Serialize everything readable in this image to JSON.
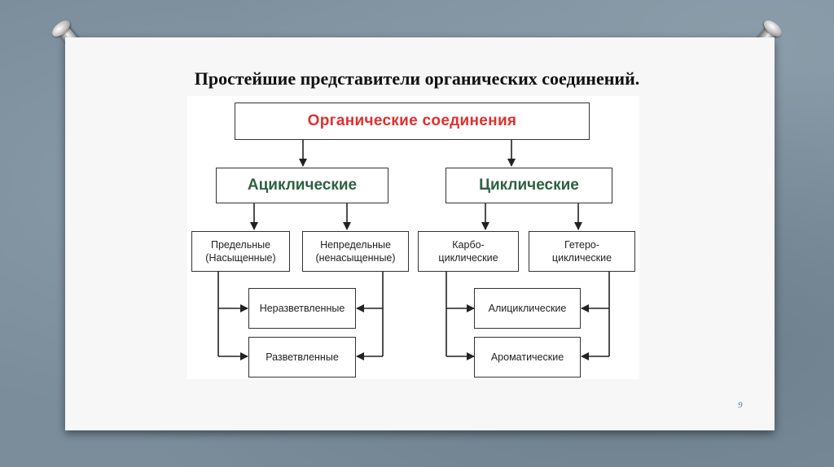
{
  "slide": {
    "title": "Простейшие представители органических соединений.",
    "page_number": "9"
  },
  "diagram": {
    "root": "Органические соединения",
    "acyclic": {
      "label": "Ациклические",
      "saturated": {
        "line1": "Предельные",
        "line2": "(Насыщенные)"
      },
      "unsaturated": {
        "line1": "Непредельные",
        "line2": "(ненасыщенные)"
      },
      "unbranched": "Неразветвленные",
      "branched": "Разветвленные"
    },
    "cyclic": {
      "label": "Циклические",
      "carbocyclic": {
        "line1": "Карбо-",
        "line2": "циклические"
      },
      "heterocyclic": {
        "line1": "Гетеро-",
        "line2": "циклические"
      },
      "alicyclic": "Алициклические",
      "aromatic": "Ароматические"
    },
    "colors": {
      "root_text": "#e0302f",
      "level1_text": "#2d6142",
      "border": "#333333"
    }
  }
}
